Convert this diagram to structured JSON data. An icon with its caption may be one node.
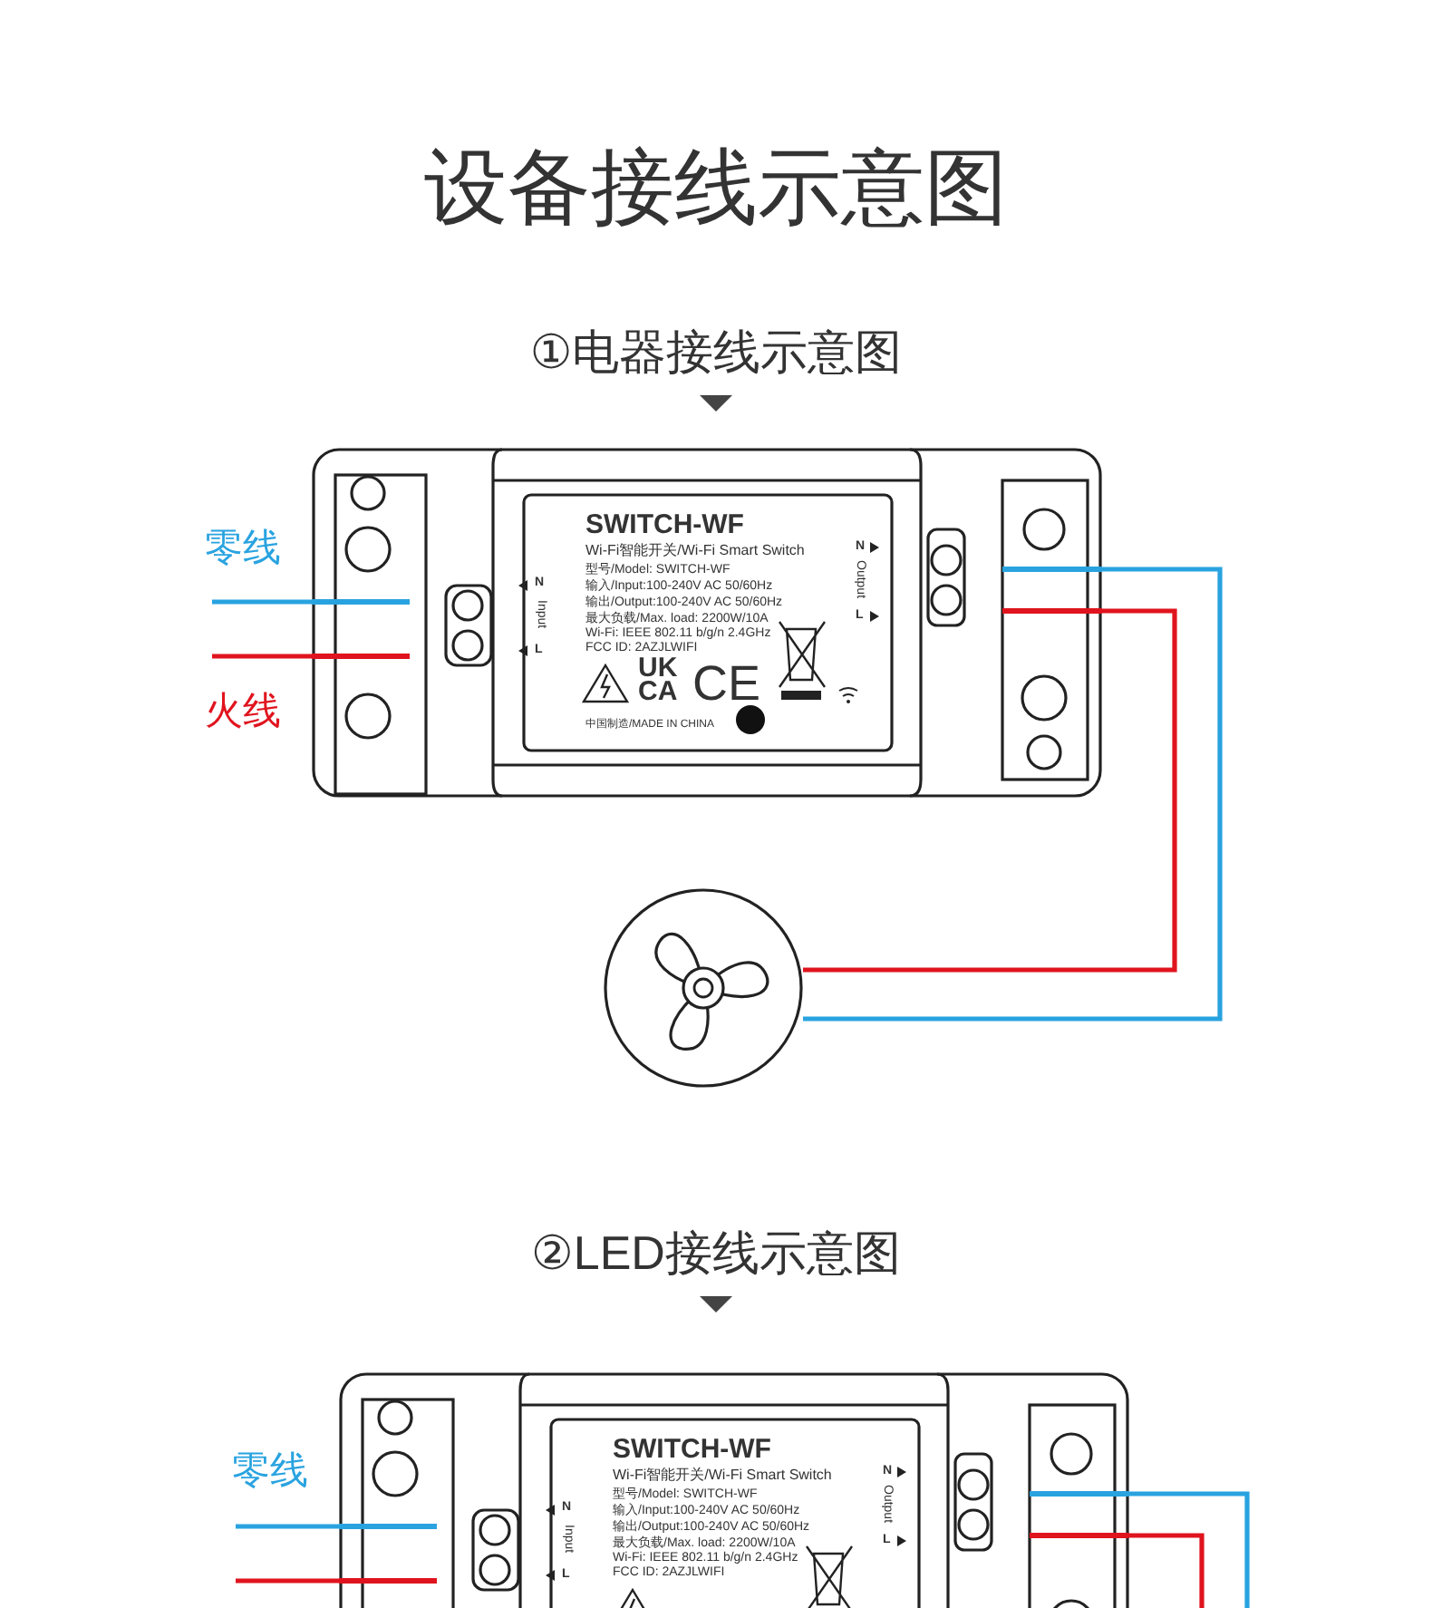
{
  "diagram": {
    "title": "设备接线示意图",
    "nodes": [
      {
        "text": [
          "SWITCH-WF",
          "Wi-Fi智能开关/Wi-Fi Smart Switch",
          "型号/Model: SWITCH-WF",
          "输入/Input:100-240V AC 50/60Hz",
          "输出/Output:100-240V AC 50/60Hz",
          "最大负载/Max. load: 2200W/10A",
          "Wi-Fi: IEEE 802.11 b/g/n 2.4GHz",
          "FCC ID: 2AZJLWIFI",
          "UK CA",
          "CE",
          "中国制造/MADE IN CHINA",
          "N",
          "Input",
          "L",
          "N",
          "Output",
          "L"
        ]
      },
      {
        "text": [],
        "shape": "picture"
      },
      {
        "text": [
          "SWITCH-WF",
          "Wi-Fi智能开关/Wi-Fi Smart Switch",
          "型号/Model: SWITCH-WF",
          "输入/Input:100-240V AC 50/60Hz",
          "输出/Output:100-240V AC 50/60Hz",
          "最大负载/Max. load: 2200W/10A",
          "Wi-Fi: IEEE 802.11 b/g/n 2.4GHz",
          "FCC ID: 2AZJLWIFI",
          "N",
          "Input",
          "L",
          "N",
          "Output",
          "L"
        ]
      }
    ],
    "edges": [
      {
        "from": null,
        "to": 0,
        "arrow": "none",
        "color": "#29a3e0"
      },
      {
        "from": null,
        "to": 0,
        "arrow": "none",
        "color": "#e0141e"
      },
      {
        "from": 0,
        "to": 1,
        "arrow": "none",
        "color": "#29a3e0"
      },
      {
        "from": 0,
        "to": 1,
        "arrow": "none",
        "color": "#e0141e"
      },
      {
        "from": null,
        "to": 2,
        "arrow": "none",
        "color": "#29a3e0"
      },
      {
        "from": null,
        "to": 2,
        "arrow": "none",
        "color": "#e0141e"
      },
      {
        "from": 2,
        "to": null,
        "arrow": "none",
        "color": "#29a3e0"
      },
      {
        "from": 2,
        "to": null,
        "arrow": "none",
        "color": "#e0141e"
      }
    ],
    "labels": [
      "①电器接线示意图",
      "零线",
      "火线",
      "②LED接线示意图",
      "零线"
    ]
  }
}
